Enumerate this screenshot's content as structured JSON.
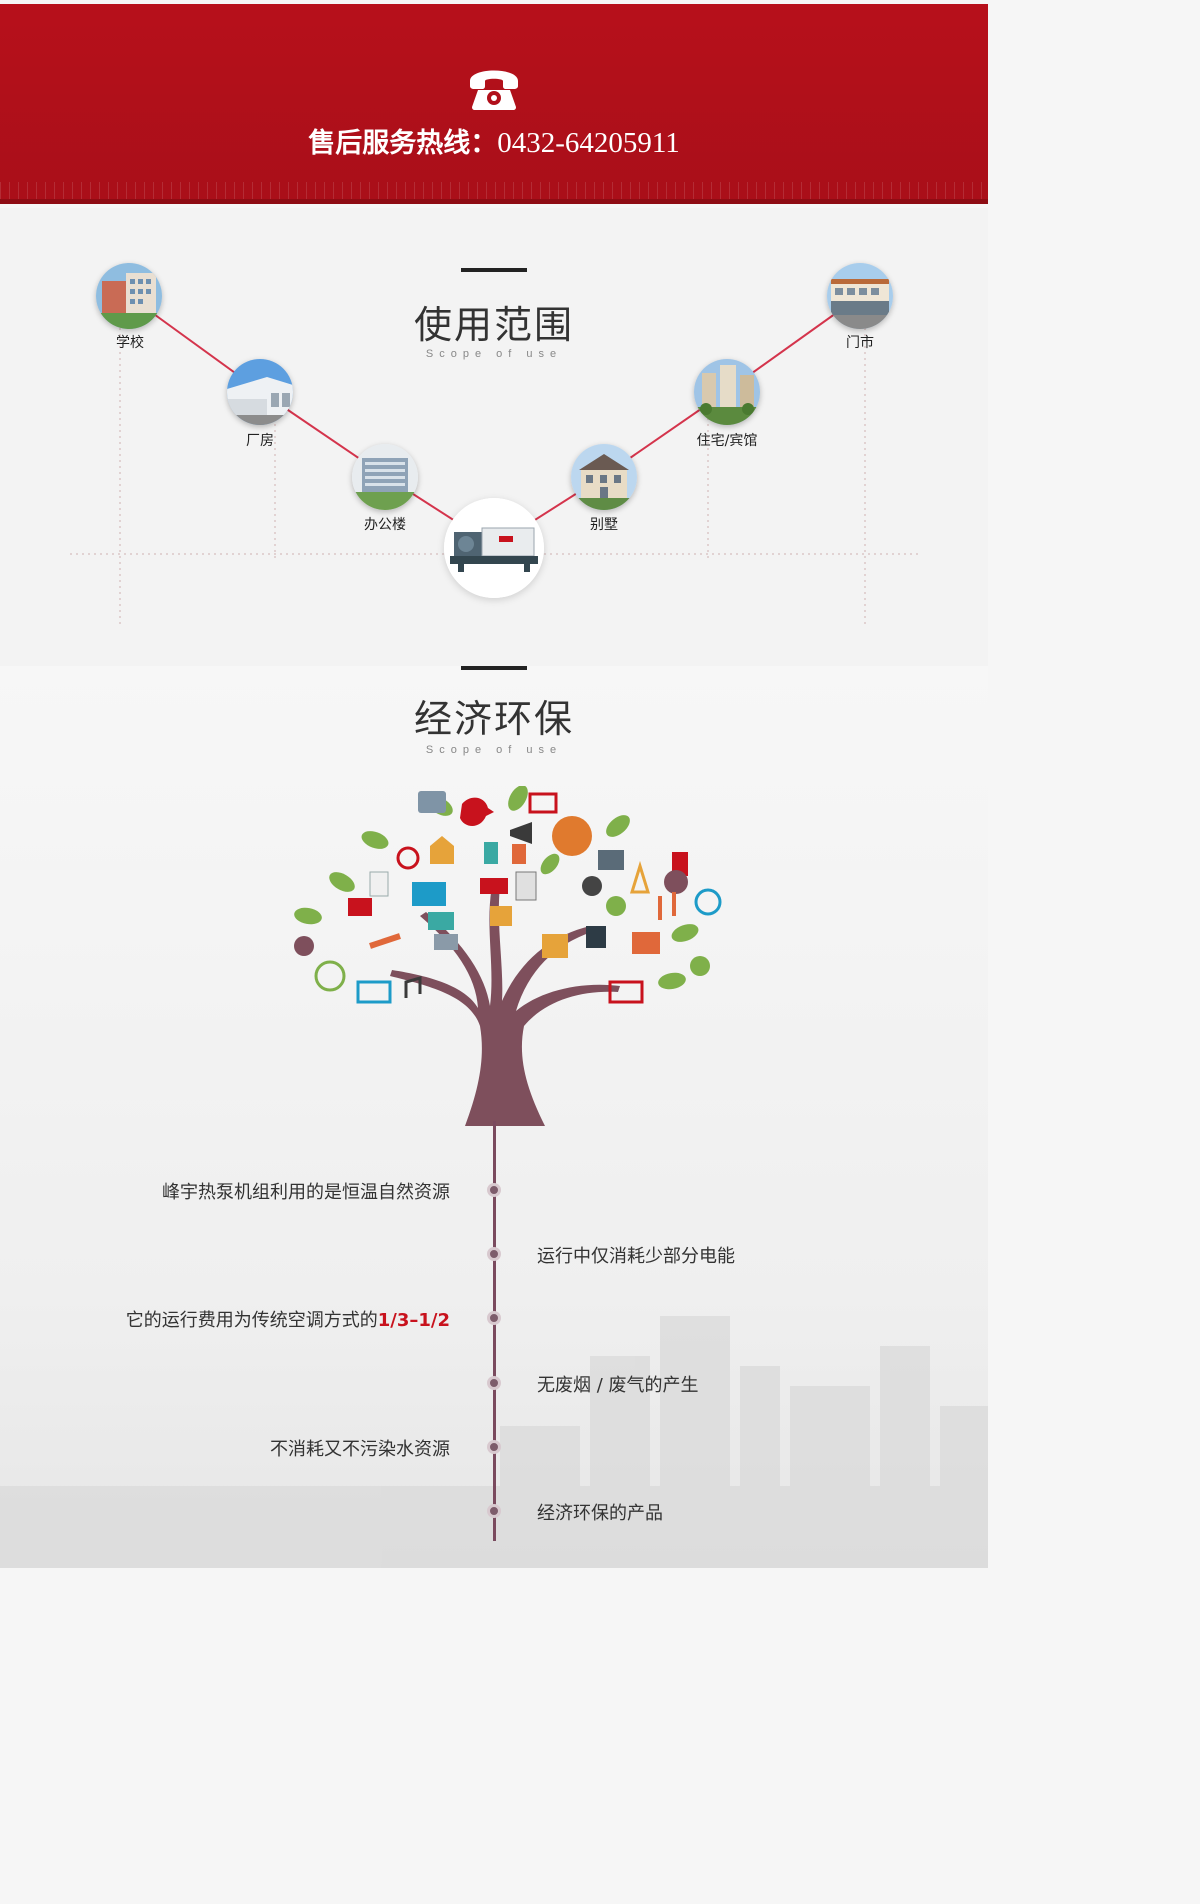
{
  "header": {
    "hotline_label": "售后服务热线：",
    "hotline_number": "0432-64205911",
    "icon": "telephone-icon",
    "color": "#b10f1a"
  },
  "scope": {
    "title": "使用范围",
    "subtitle": "Scope of use",
    "center_item": "heat-pump-unit-image",
    "items": [
      {
        "label": "学校",
        "image": "school-building-image"
      },
      {
        "label": "厂房",
        "image": "factory-building-image"
      },
      {
        "label": "办公楼",
        "image": "office-building-image"
      },
      {
        "label": "别墅",
        "image": "villa-image"
      },
      {
        "label": "住宅/宾馆",
        "image": "residential-hotel-image"
      },
      {
        "label": "门市",
        "image": "storefront-image"
      }
    ],
    "line_color": "#d4344c"
  },
  "eco": {
    "title": "经济环保",
    "subtitle": "Scope of use",
    "tree_image": "technology-tree-illustration",
    "points": [
      {
        "text": "峰宇热泵机组利用的是恒温自然资源"
      },
      {
        "text": "运行中仅消耗少部分电能"
      },
      {
        "text": "它的运行费用为传统空调方式的",
        "highlight": "1/3–1/2"
      },
      {
        "text": "无废烟 / 废气的产生"
      },
      {
        "text": "不消耗又不污染水资源"
      },
      {
        "text": "经济环保的产品"
      }
    ],
    "highlight_color": "#c8121d"
  }
}
